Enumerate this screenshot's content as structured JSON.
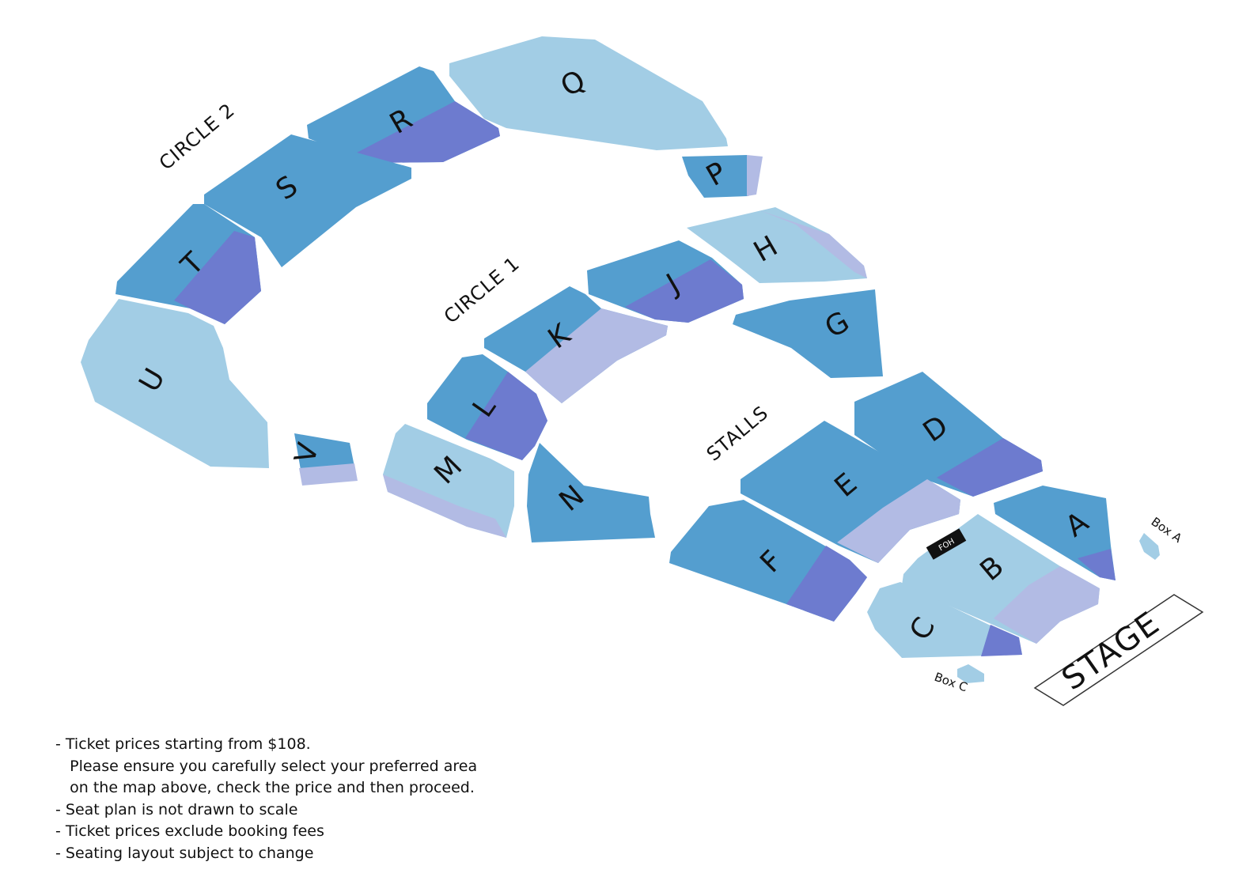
{
  "colors": {
    "tier_a": "#549ecf",
    "tier_b": "#6d7bcf",
    "tier_c": "#a2cde5",
    "tier_d": "#b2bbe4",
    "edge": "#4a8fbf",
    "stage_stroke": "#333333",
    "foh_bg": "#111111"
  },
  "areas": {
    "circle2": "CIRCLE 2",
    "circle1": "CIRCLE 1",
    "stalls": "STALLS"
  },
  "sections": {
    "A": "A",
    "B": "B",
    "C": "C",
    "D": "D",
    "E": "E",
    "F": "F",
    "G": "G",
    "H": "H",
    "J": "J",
    "K": "K",
    "L": "L",
    "M": "M",
    "N": "N",
    "P": "P",
    "Q": "Q",
    "R": "R",
    "S": "S",
    "T": "T",
    "U": "U",
    "V": "V"
  },
  "boxes": {
    "box_a": "Box A",
    "box_c": "Box C"
  },
  "foh": "FOH",
  "stage": "STAGE",
  "notes": [
    "- Ticket prices starting from $108.",
    "   Please ensure you carefully select your preferred area",
    "   on the map above, check the price and then proceed.",
    "- Seat plan is not drawn to scale",
    "- Ticket prices exclude booking fees",
    "- Seating layout subject to change"
  ]
}
